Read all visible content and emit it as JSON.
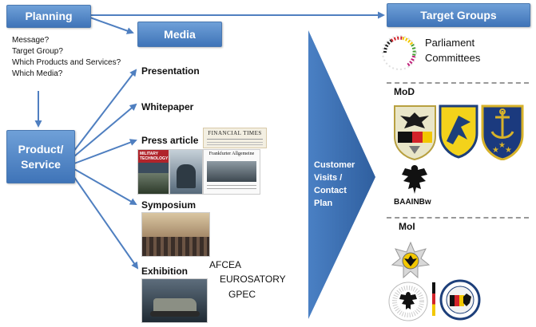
{
  "boxes": {
    "planning": "Planning",
    "media": "Media",
    "product_service": "Product/\nService",
    "target_groups": "Target Groups"
  },
  "planning_questions": [
    "Message?",
    "Target Group?",
    "Which Products and Services?",
    "Which Media?"
  ],
  "media_items": {
    "presentation": "Presentation",
    "whitepaper": "Whitepaper",
    "press_article": "Press article",
    "symposium": "Symposium",
    "exhibition": "Exhibition"
  },
  "exhibitions": [
    "AFCEA",
    "EUROSATORY",
    "GPEC"
  ],
  "big_arrow_label": "Customer\nVisits /\nContact\nPlan",
  "target_groups": {
    "parliament": "Parliament\nCommittees",
    "mod": "MoD",
    "baainbw": "BAAINBw",
    "moi": "MoI"
  },
  "press_mastheads": {
    "ft": "FINANCIAL TIMES",
    "military": "MILITARY TECHNOLOGY",
    "faz": "Frankfurter Allgemeine"
  },
  "colors": {
    "accent_blue": "#3f74b8",
    "box_top": "#6fa0d8",
    "arrow_line": "#4f7fc0",
    "big_arrow": "#3c6fb6"
  }
}
